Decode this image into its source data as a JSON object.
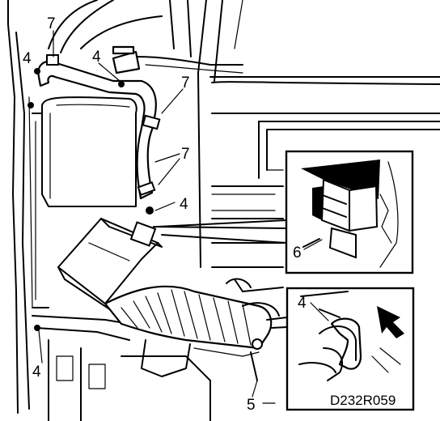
{
  "callouts": {
    "c1": "7",
    "c2": "4",
    "c3": "4",
    "c4": "7",
    "c5": "7",
    "c6": "4",
    "c7": "4",
    "c8": "5",
    "c9": "6",
    "c10": "4"
  },
  "figure_code": "D232R059"
}
